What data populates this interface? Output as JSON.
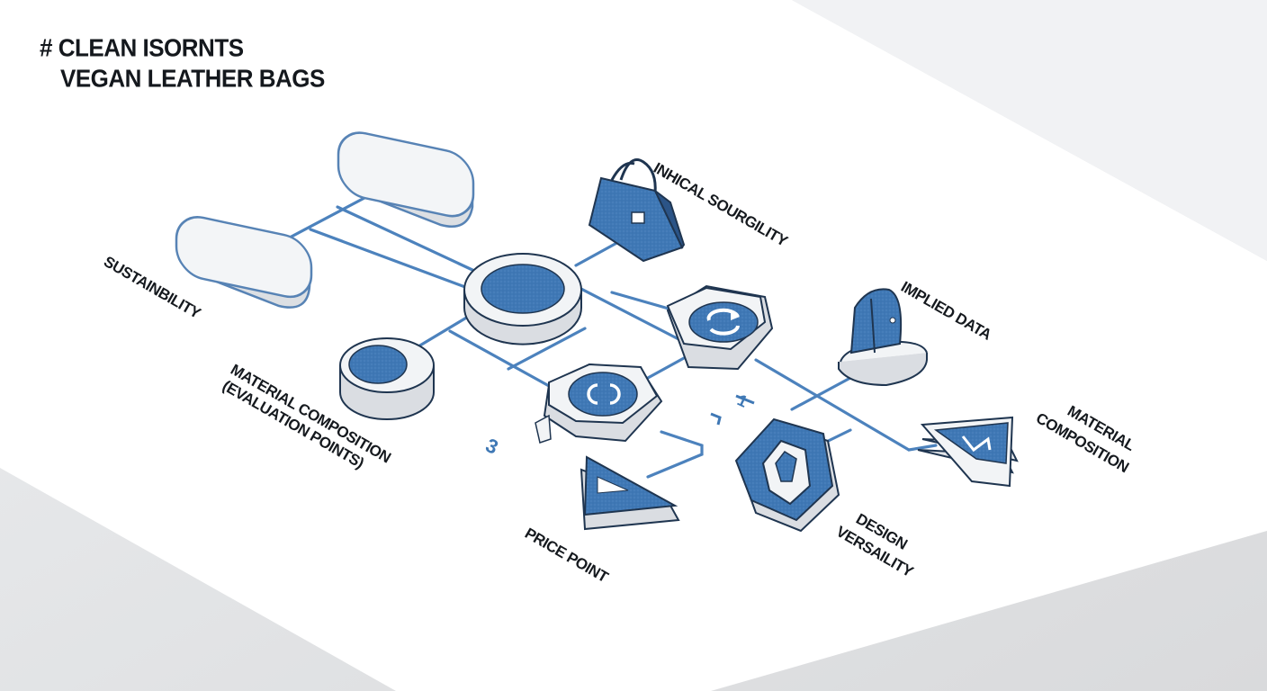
{
  "title": {
    "hash": "#",
    "line1": "CLEAN ISORNTS",
    "line2": "VEGAN LEATHER BAGS"
  },
  "labels": {
    "sustainability": "SUSTAINBILITY",
    "ethical_sourcing": "INHICAL SOURGILITY",
    "implied_data": "IMPLIED DATA",
    "material_composition_eval_line1": "MATERIAL COMPOSITION",
    "material_composition_eval_line2": "(EVALUATION POINTS)",
    "material_composition_line1": "MATERIAL",
    "material_composition_line2": "COMPOSITION",
    "design_versatility_line1": "DESIGN",
    "design_versatility_line2": "VERSAILITY",
    "price_point": "PRICE POINT"
  },
  "markers": {
    "number_3": "3",
    "number_1": "1"
  },
  "colors": {
    "accent": "#3f78b5",
    "accent_dark": "#2b5487",
    "outline": "#1f3550",
    "platform": "#ffffff",
    "background": "#e4e5e7",
    "connector": "#4c82bd"
  },
  "icons": [
    "tote-bag-icon",
    "crossbody-bag-icon",
    "rotate-arrows-icon",
    "layered-triangle-icon"
  ]
}
